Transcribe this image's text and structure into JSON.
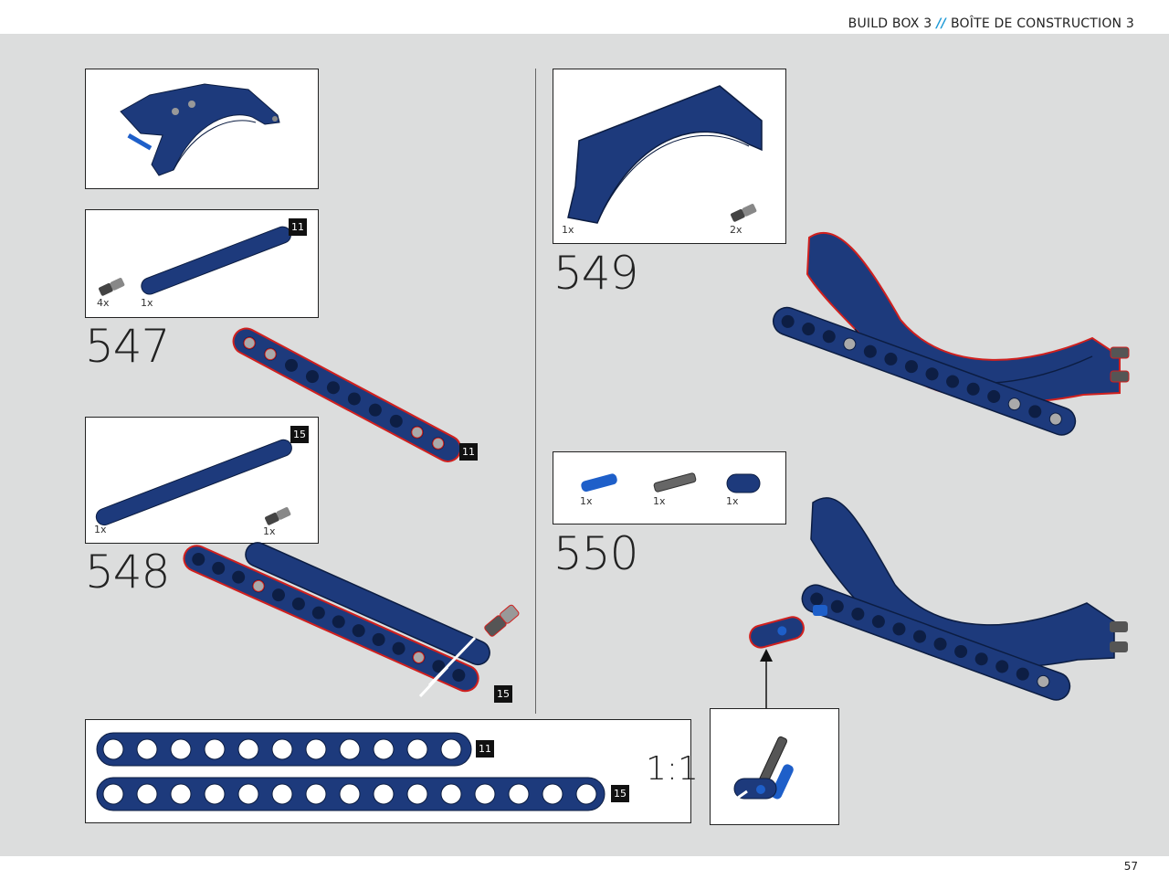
{
  "header": {
    "left": "BUILD BOX 3",
    "separator": "//",
    "right": "BOÎTE DE CONSTRUCTION 3"
  },
  "page_number": "57",
  "colors": {
    "part_blue": "#1d3a7c",
    "highlight_red": "#d0201e",
    "accent_blue": "#1e9ad6",
    "background_grey": "#dcdddd"
  },
  "step_547": {
    "number": "547",
    "parts": [
      {
        "icon": "pin-icon",
        "qty": "4x"
      },
      {
        "icon": "beam-11-icon",
        "qty": "1x"
      }
    ],
    "box_badge": "11",
    "model_badge": "11"
  },
  "step_548": {
    "number": "548",
    "parts": [
      {
        "icon": "beam-15-icon",
        "qty": "1x"
      },
      {
        "icon": "pin-icon",
        "qty": "1x"
      }
    ],
    "box_badge": "15",
    "model_badge": "15"
  },
  "step_549": {
    "number": "549",
    "parts": [
      {
        "icon": "arch-icon",
        "qty": "1x"
      },
      {
        "icon": "pin-icon",
        "qty": "2x"
      }
    ]
  },
  "step_550": {
    "number": "550",
    "parts": [
      {
        "icon": "axle-pin-blue-icon",
        "qty": "1x"
      },
      {
        "icon": "axle-grey-icon",
        "qty": "1x"
      },
      {
        "icon": "connector-icon",
        "qty": "1x"
      }
    ]
  },
  "scale_box": {
    "ratio": "1:1",
    "beams": [
      {
        "holes": 11,
        "badge": "11"
      },
      {
        "holes": 15,
        "badge": "15"
      }
    ]
  }
}
